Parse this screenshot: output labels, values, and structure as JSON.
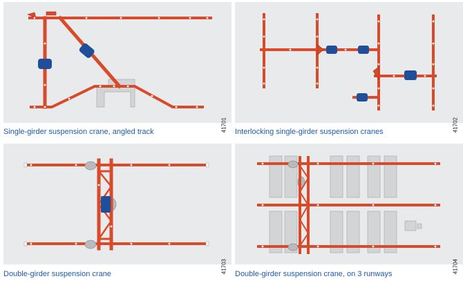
{
  "panels": [
    {
      "code": "41701",
      "caption": "Single-girder suspension crane, angled track"
    },
    {
      "code": "41702",
      "caption": "Interlocking single-girder suspension cranes"
    },
    {
      "code": "41703",
      "caption": "Double-girder suspension crane"
    },
    {
      "code": "41704",
      "caption": "Double-girder suspension crane, on 3 runways"
    }
  ],
  "colors": {
    "girder": "#d84a2a",
    "trolley": "#1f4f9a",
    "panel_bg": "#e9eaeb",
    "caption": "#1e5aa8"
  }
}
